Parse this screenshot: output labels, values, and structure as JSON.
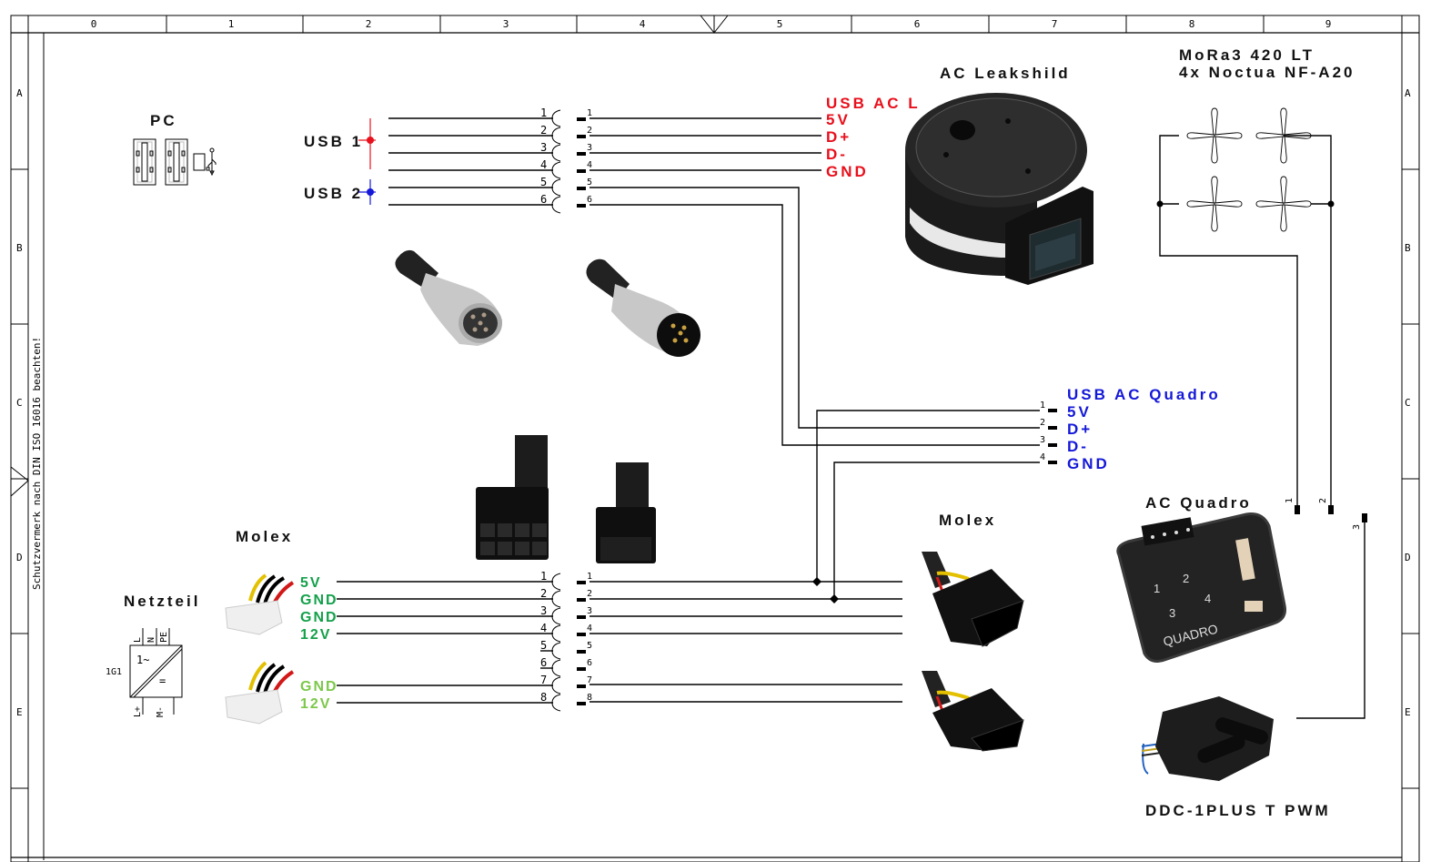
{
  "frame": {
    "columns": [
      "0",
      "1",
      "2",
      "3",
      "4",
      "5",
      "6",
      "7",
      "8",
      "9"
    ],
    "rows": [
      "A",
      "B",
      "C",
      "D",
      "E"
    ],
    "side_note": "Schutzvermerk nach DIN ISO 16016 beachten!"
  },
  "pc": {
    "title": "PC",
    "usb_ports": [
      {
        "label": "USB 1",
        "color": "#e8101c"
      },
      {
        "label": "USB 2",
        "color": "#1418d8"
      }
    ]
  },
  "usb_connector": {
    "female_pins": [
      "1",
      "2",
      "3",
      "4",
      "5",
      "6"
    ],
    "male_pins": [
      "1",
      "2",
      "3",
      "4",
      "5",
      "6"
    ]
  },
  "ac_leakshield": {
    "title": "AC Leakshild",
    "connector_title": "USB AC L",
    "pins": [
      "5V",
      "D+",
      "D-",
      "GND"
    ],
    "color": "#e8101c"
  },
  "mora": {
    "title_line1": "MoRa3 420 LT",
    "title_line2": "4x Noctua NF-A20",
    "fan_count": 4
  },
  "ac_quadro_usb": {
    "title": "USB AC Quadro",
    "pin_numbers": [
      "1",
      "2",
      "3",
      "4"
    ],
    "pins": [
      "5V",
      "D+",
      "D-",
      "GND"
    ],
    "color": "#1418d8"
  },
  "psu": {
    "title": "Netzteil",
    "designator": "1G1",
    "inputs": [
      "L",
      "N",
      "PE"
    ],
    "outputs": [
      "L+",
      "M-"
    ],
    "symbol_ac": "1~",
    "symbol_dc": "="
  },
  "molex_left": {
    "title": "Molex",
    "connector1_pins": [
      {
        "label": "5V",
        "color": "#14a04a"
      },
      {
        "label": "GND",
        "color": "#14a04a"
      },
      {
        "label": "GND",
        "color": "#14a04a"
      },
      {
        "label": "12V",
        "color": "#14a04a"
      }
    ],
    "connector2_pins": [
      {
        "label": "GND",
        "color": "#7cc84a"
      },
      {
        "label": "12V",
        "color": "#7cc84a"
      }
    ]
  },
  "power_connector": {
    "female_pins": [
      "1",
      "2",
      "3",
      "4",
      "5",
      "6",
      "7",
      "8"
    ],
    "male_pins": [
      "1",
      "2",
      "3",
      "4",
      "5",
      "6",
      "7",
      "8"
    ]
  },
  "molex_right": {
    "title": "Molex"
  },
  "ac_quadro": {
    "title": "AC Quadro",
    "fan_pins": [
      "1",
      "2",
      "3"
    ]
  },
  "pump": {
    "title": "DDC-1PLUS T PWM"
  }
}
